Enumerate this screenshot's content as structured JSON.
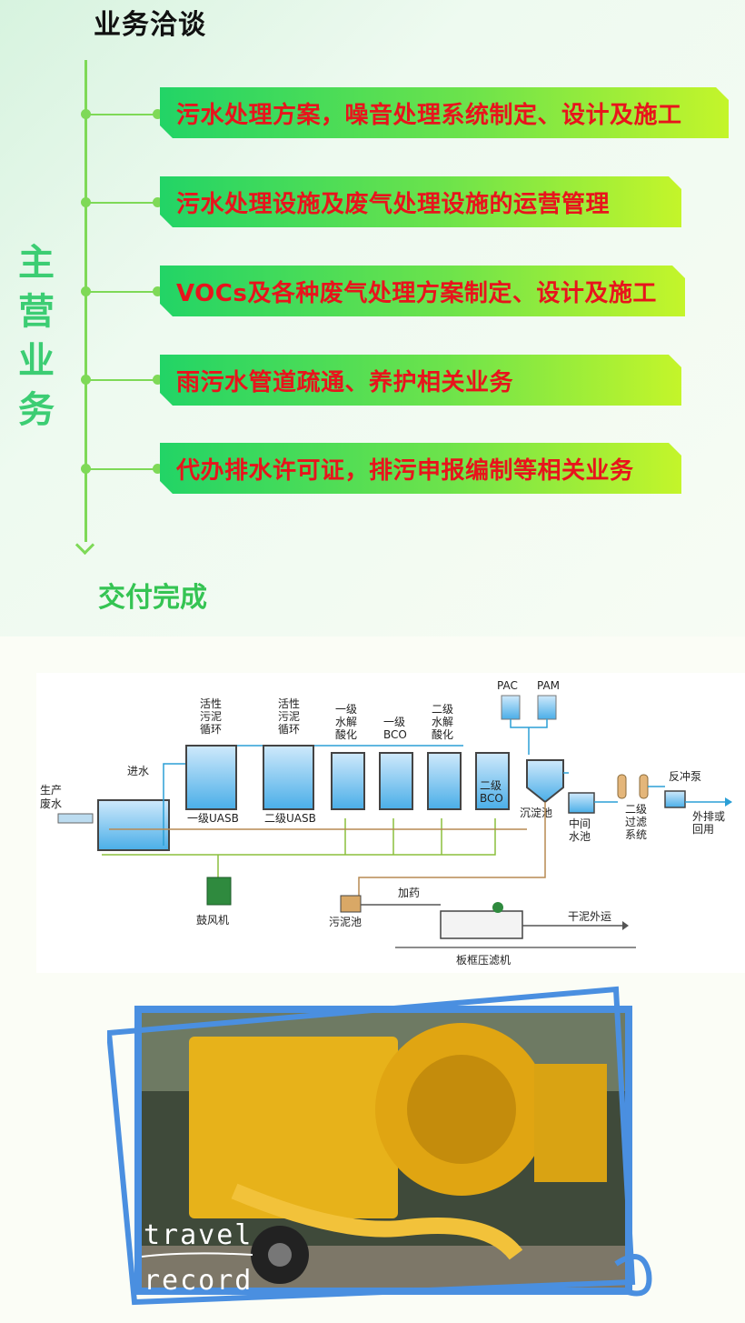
{
  "header": {
    "title": "业务洽谈"
  },
  "side_title": [
    "主",
    "营",
    "业",
    "务"
  ],
  "services": [
    {
      "text": "污水处理方案，噪音处理系统制定、设计及施工"
    },
    {
      "text": "污水处理设施及废气处理设施的运营管理"
    },
    {
      "text": "VOCs及各种废气处理方案制定、设计及施工"
    },
    {
      "text": "雨污水管道疏通、养护相关业务"
    },
    {
      "text": "代办排水许可证，排污申报编制等相关业务"
    }
  ],
  "footer": {
    "title": "交付完成"
  },
  "diagram": {
    "pac": "PAC",
    "pam": "PAM",
    "inlet": [
      "生产",
      "废水"
    ],
    "inflow": "进水",
    "sludge_cycle_1": [
      "活性",
      "污泥",
      "循环"
    ],
    "sludge_cycle_2": [
      "活性",
      "污泥",
      "循环"
    ],
    "uasb_1": "一级UASB",
    "uasb_2": "二级UASB",
    "hydrolysis_1": [
      "一级",
      "水解",
      "酸化"
    ],
    "bco_1": [
      "一级",
      "BCO"
    ],
    "hydrolysis_2": [
      "二级",
      "水解",
      "酸化"
    ],
    "bco_2": [
      "二级",
      "BCO"
    ],
    "settling": "沉淀池",
    "middle_pool": [
      "中间",
      "水池"
    ],
    "filter": [
      "二级",
      "过滤",
      "系统"
    ],
    "backwash": "反冲泵",
    "discharge": [
      "外排或",
      "回用"
    ],
    "blower": "鼓风机",
    "sludge_pool": "污泥池",
    "dosing": "加药",
    "dry_sludge": "干泥外运",
    "filter_press": "板框压滤机"
  },
  "photo": {
    "stamp_line1": "travel",
    "stamp_line2": "record",
    "frame_color": "#4a8fe0",
    "truck_color": "#e7b21a"
  }
}
